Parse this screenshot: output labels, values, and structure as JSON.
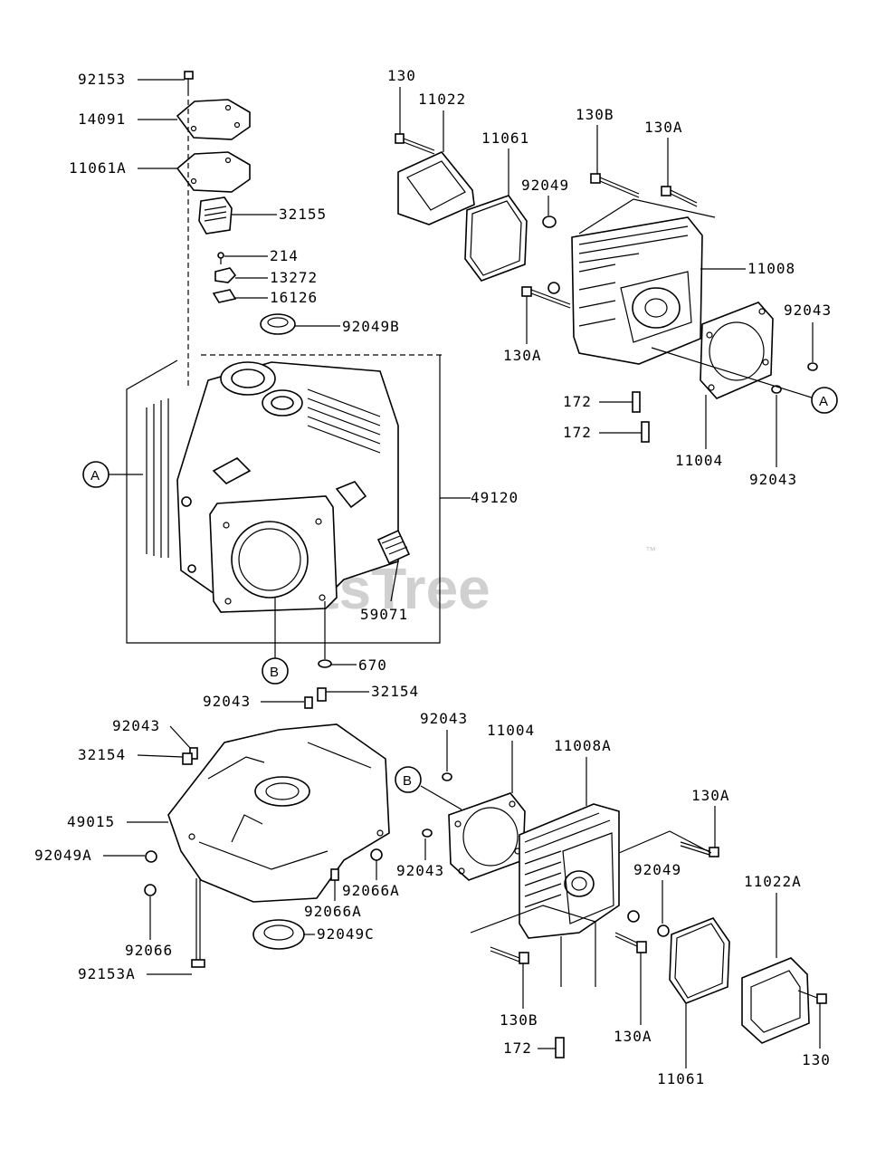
{
  "watermark": {
    "text": "PartsTree",
    "trademark": "™"
  },
  "callouts": {
    "A": "A",
    "B": "B"
  },
  "labels": [
    {
      "id": "p92153",
      "text": "92153"
    },
    {
      "id": "p14091",
      "text": "14091"
    },
    {
      "id": "p11061A",
      "text": "11061A"
    },
    {
      "id": "p32155",
      "text": "32155"
    },
    {
      "id": "p214",
      "text": "214"
    },
    {
      "id": "p13272",
      "text": "13272"
    },
    {
      "id": "p16126",
      "text": "16126"
    },
    {
      "id": "p92049B",
      "text": "92049B"
    },
    {
      "id": "p49120",
      "text": "49120"
    },
    {
      "id": "p59071",
      "text": "59071"
    },
    {
      "id": "p670",
      "text": "670"
    },
    {
      "id": "p32154a",
      "text": "32154"
    },
    {
      "id": "p92043a",
      "text": "92043"
    },
    {
      "id": "p92043b",
      "text": "92043"
    },
    {
      "id": "p32154b",
      "text": "32154"
    },
    {
      "id": "p49015",
      "text": "49015"
    },
    {
      "id": "p92049A",
      "text": "92049A"
    },
    {
      "id": "p92066",
      "text": "92066"
    },
    {
      "id": "p92153A",
      "text": "92153A"
    },
    {
      "id": "p92066A1",
      "text": "92066A"
    },
    {
      "id": "p92066A2",
      "text": "92066A"
    },
    {
      "id": "p92049C",
      "text": "92049C"
    },
    {
      "id": "p130t",
      "text": "130"
    },
    {
      "id": "p11022",
      "text": "11022"
    },
    {
      "id": "p11061",
      "text": "11061"
    },
    {
      "id": "p130Bt",
      "text": "130B"
    },
    {
      "id": "p130At",
      "text": "130A"
    },
    {
      "id": "p92049t",
      "text": "92049"
    },
    {
      "id": "p11008",
      "text": "11008"
    },
    {
      "id": "p92043t1",
      "text": "92043"
    },
    {
      "id": "p130At2",
      "text": "130A"
    },
    {
      "id": "p172t1",
      "text": "172"
    },
    {
      "id": "p172t2",
      "text": "172"
    },
    {
      "id": "p11004t",
      "text": "11004"
    },
    {
      "id": "p92043t2",
      "text": "92043"
    },
    {
      "id": "p92043m1",
      "text": "92043"
    },
    {
      "id": "p11004m",
      "text": "11004"
    },
    {
      "id": "p11008A",
      "text": "11008A"
    },
    {
      "id": "p130Am",
      "text": "130A"
    },
    {
      "id": "p92049m",
      "text": "92049"
    },
    {
      "id": "p92043m2",
      "text": "92043"
    },
    {
      "id": "p11022A",
      "text": "11022A"
    },
    {
      "id": "p130Bb",
      "text": "130B"
    },
    {
      "id": "p130Ab",
      "text": "130A"
    },
    {
      "id": "p172b",
      "text": "172"
    },
    {
      "id": "p11061b",
      "text": "11061"
    },
    {
      "id": "p130b",
      "text": "130"
    }
  ]
}
